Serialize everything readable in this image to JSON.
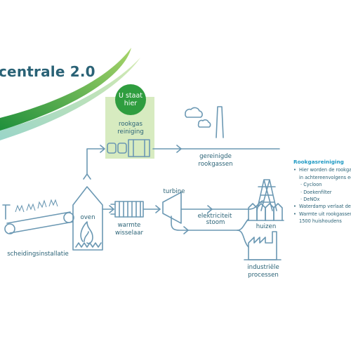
{
  "title": "centrale 2.0",
  "badge": {
    "line1": "U staat",
    "line2": "hier"
  },
  "labels": {
    "rookgas_reiniging": [
      "rookgas",
      "reiniging"
    ],
    "gereinigde_rookgassen": [
      "gereinigde",
      "rookgassen"
    ],
    "turbine": "turbine",
    "oven": "oven",
    "warmte_wisselaar": [
      "warmte",
      "wisselaar"
    ],
    "elektriciteit": "elektriciteit",
    "stoom": "stoom",
    "huizen": "huizen",
    "industriele_processen": [
      "industriële",
      "processen"
    ],
    "scheidingsinstallatie": "scheidingsinstallatie"
  },
  "info": {
    "heading": "Rookgasreiniging",
    "lines": [
      {
        "bullet": true,
        "text": "Hier worden de rookgass"
      },
      {
        "bullet": false,
        "text": "in achtereenvolgens ee"
      },
      {
        "sub": true,
        "text": "· Cycloon"
      },
      {
        "sub": true,
        "text": "· Doekenfilter"
      },
      {
        "sub": true,
        "text": "· DeNOx"
      },
      {
        "bullet": true,
        "text": "Waterdamp verlaat de"
      },
      {
        "bullet": true,
        "text": "Warmte uit rookgassen"
      },
      {
        "bullet": false,
        "text": "1500 huishoudens"
      }
    ]
  },
  "colors": {
    "line": "#6b98b3",
    "accent_green": "#2f9d3f",
    "highlight": "#d7ebc0",
    "text": "#2a6276",
    "heading": "#1f9ac4"
  }
}
